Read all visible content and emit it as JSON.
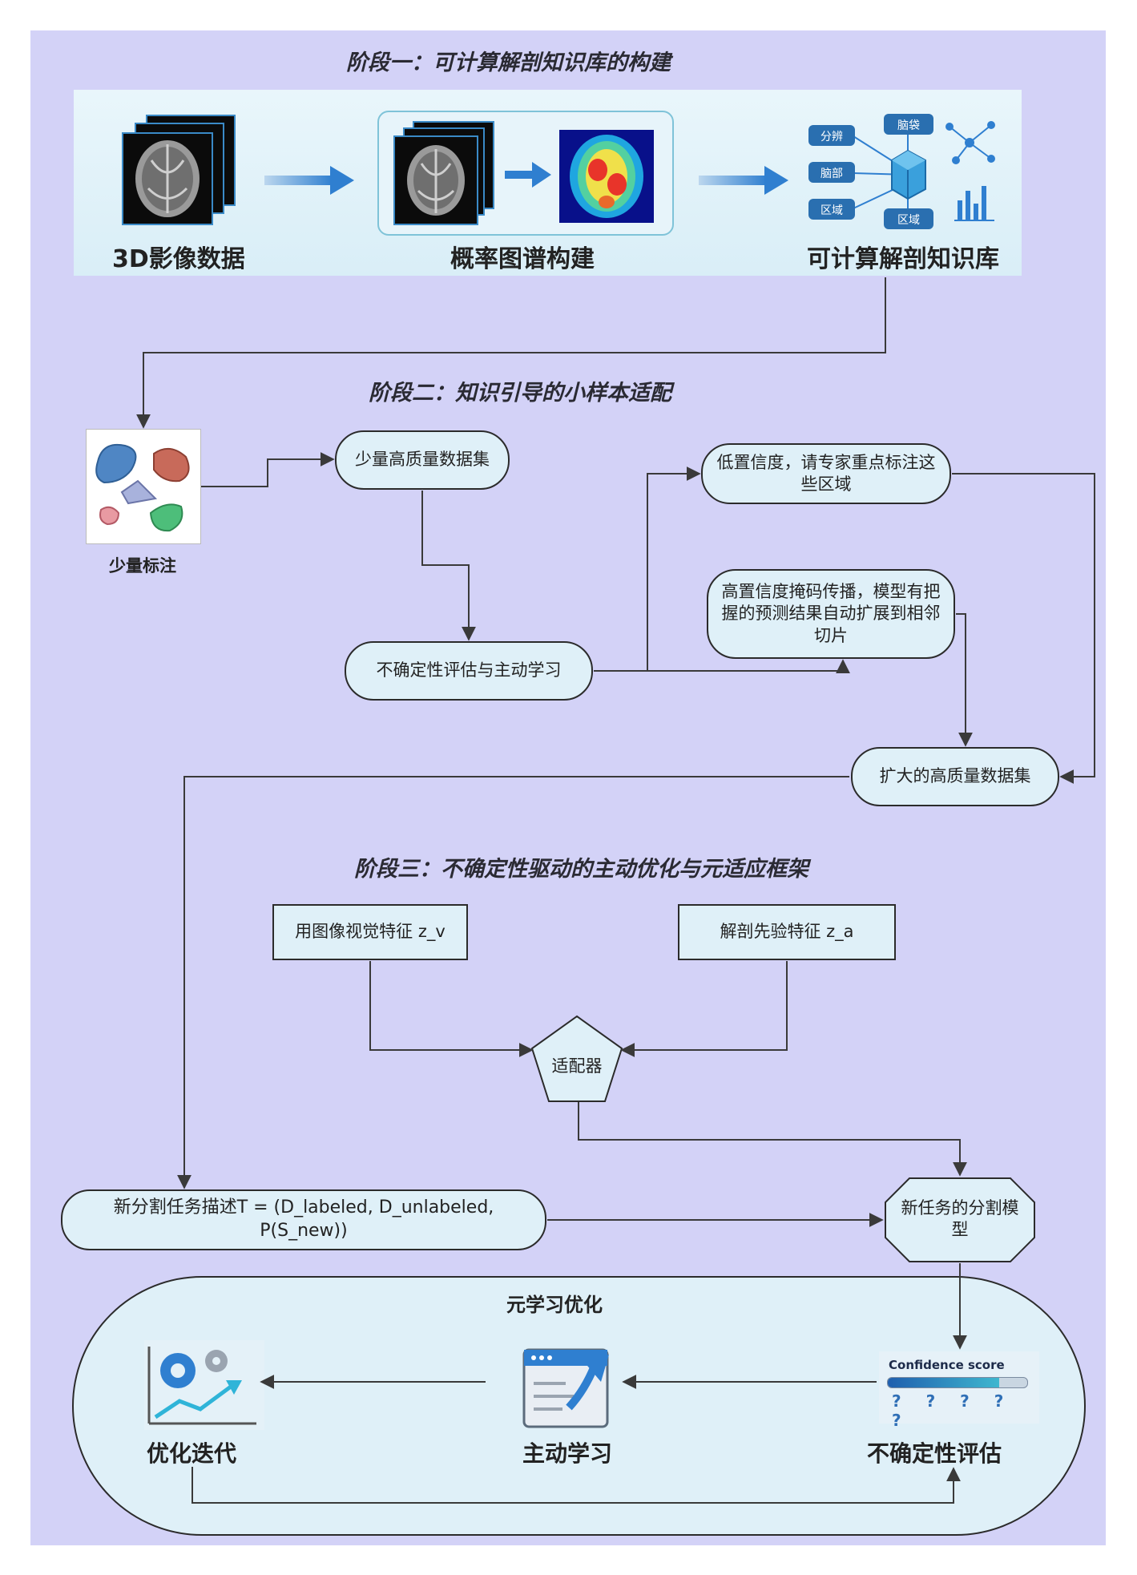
{
  "stage1": {
    "title": "阶段一：可计算解剖知识库的构建",
    "caption_3d": "3D影像数据",
    "caption_atlas": "概率图谱构建",
    "caption_kb": "可计算解剖知识库",
    "kb_tags": [
      "分辨",
      "脑部",
      "区域",
      "脑袋",
      "区域"
    ]
  },
  "stage2": {
    "title": "阶段二：知识引导的小样本适配",
    "sparse_label": "少量标注",
    "small_dataset": "少量高质量数据集",
    "uncertainty": "不确定性评估与主动学习",
    "low_conf": "低置信度，请专家重点标注这些区域",
    "high_conf": "高置信度掩码传播，模型有把握的预测结果自动扩展到相邻切片",
    "expanded": "扩大的高质量数据集"
  },
  "stage3": {
    "title": "阶段三：不确定性驱动的主动优化与元适应框架",
    "visual_feat": "用图像视觉特征 z_v",
    "prior_feat": "解剖先验特征 z_a",
    "adapter": "适配器",
    "task_desc": "新分割任务描述T = (D_labeled, D_unlabeled, P(S_new))",
    "new_model": "新任务的分割模型"
  },
  "meta": {
    "title": "元学习优化",
    "optimize": "优化迭代",
    "active": "主动学习",
    "uncertain": "不确定性评估",
    "confidence_label": "Confidence score",
    "question_marks": "? ? ? ? ?"
  },
  "colors": {
    "canvas": "#d3d2f7",
    "node_fill": "#dff0f8",
    "arrow": "#3a3a3a",
    "accent_blue": "#2f7fd0"
  }
}
